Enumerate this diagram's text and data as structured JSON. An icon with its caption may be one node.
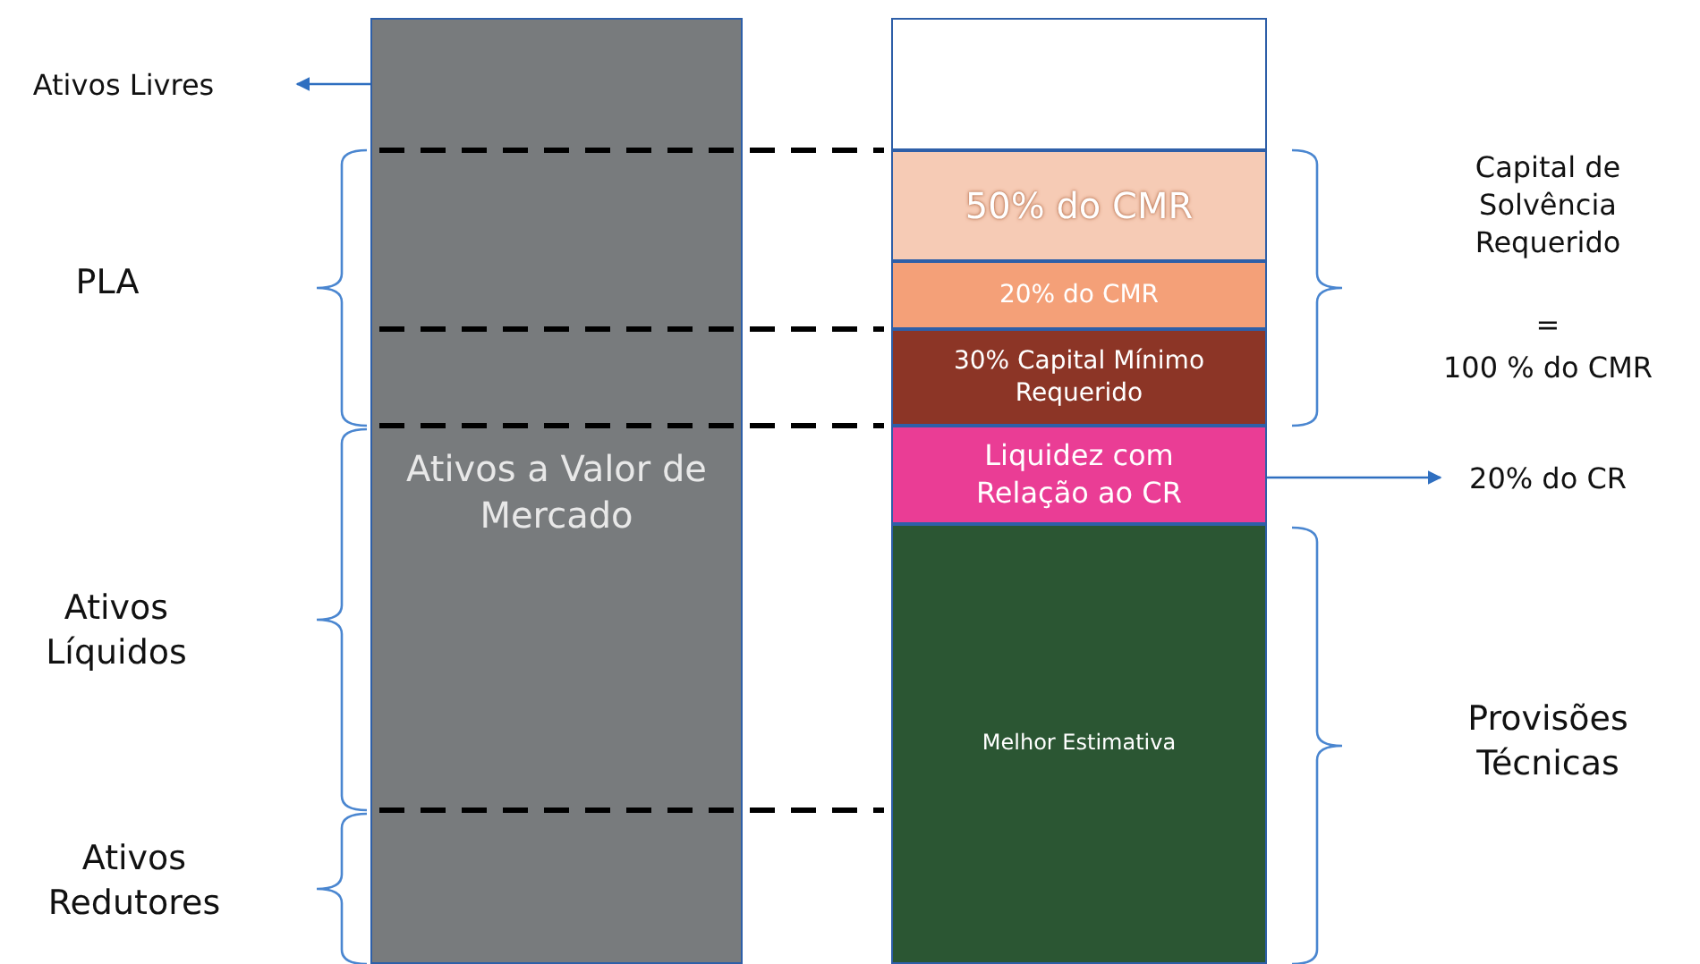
{
  "diagram": {
    "nodes": [
      {
        "text": [
          "Ativos Livres"
        ]
      },
      {
        "text": [
          "Ativos a Valor de Mercado"
        ]
      },
      {
        "text": [],
        "shape": "box"
      },
      {
        "text": [
          "50% do CMR"
        ]
      },
      {
        "text": [
          "20% do CMR"
        ]
      },
      {
        "text": [
          "30% Capital Mínimo Requerido"
        ]
      },
      {
        "text": [
          "Liquidez com Relação ao CR"
        ]
      },
      {
        "text": [
          "Melhor Estimativa"
        ]
      },
      {
        "text": [
          "20% do CR"
        ]
      }
    ],
    "edges": [
      {
        "from": 1,
        "to": 0,
        "arrow": "to"
      },
      {
        "from": 6,
        "to": 8,
        "arrow": "to"
      }
    ],
    "labels": [
      "PLA",
      "Capital de Solvência Requerido",
      "=",
      "100 % do CMR",
      "Ativos Líquidos",
      "Provisões Técnicas",
      "Ativos Redutores"
    ]
  }
}
